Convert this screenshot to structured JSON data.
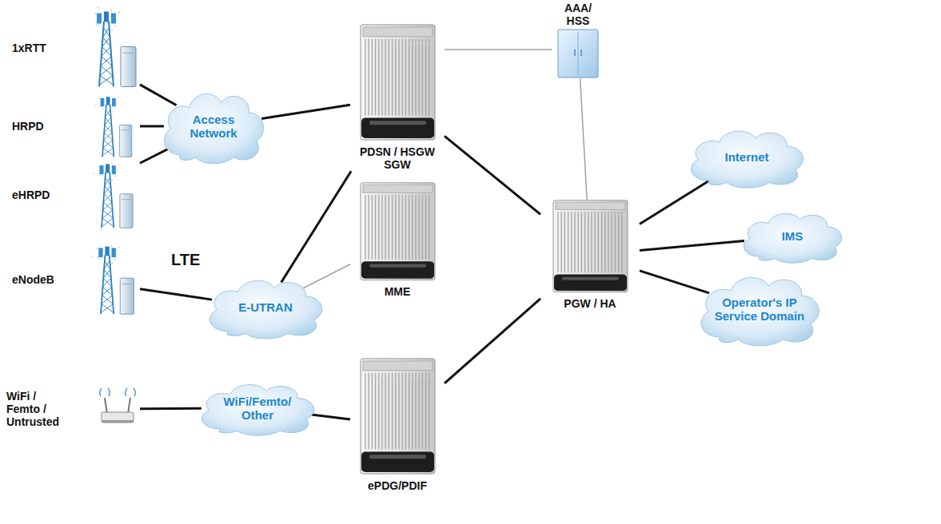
{
  "diagram": {
    "nodes": [
      {
        "text": [
          "1xRTT"
        ]
      },
      {
        "text": [
          "HRPD"
        ]
      },
      {
        "text": [
          "eHRPD"
        ]
      },
      {
        "text": [
          "eNodeB"
        ]
      },
      {
        "text": [
          "WiFi / Femto / Untrusted"
        ]
      },
      {
        "text": [
          "Access Network"
        ]
      },
      {
        "text": [
          "E-UTRAN"
        ]
      },
      {
        "text": [
          "WiFi/Femto/ Other"
        ]
      },
      {
        "text": [
          "PDSN / HSGW SGW"
        ]
      },
      {
        "text": [
          "MME"
        ]
      },
      {
        "text": [
          "ePDG/PDIF"
        ]
      },
      {
        "text": [
          "AAA/ HSS"
        ]
      },
      {
        "text": [
          "PGW / HA"
        ]
      },
      {
        "text": [
          "Internet"
        ]
      },
      {
        "text": [
          "IMS"
        ]
      },
      {
        "text": [
          "Operator's IP Service Domain"
        ]
      }
    ],
    "edges": [
      {
        "from": 0,
        "to": 5,
        "arrow": "none"
      },
      {
        "from": 1,
        "to": 5,
        "arrow": "none"
      },
      {
        "from": 2,
        "to": 5,
        "arrow": "none"
      },
      {
        "from": 3,
        "to": 6,
        "arrow": "none"
      },
      {
        "from": 4,
        "to": 7,
        "arrow": "none"
      },
      {
        "from": 5,
        "to": 8,
        "arrow": "none"
      },
      {
        "from": 6,
        "to": 8,
        "arrow": "none"
      },
      {
        "from": 6,
        "to": 9,
        "arrow": "none"
      },
      {
        "from": 7,
        "to": 10,
        "arrow": "none"
      },
      {
        "from": 8,
        "to": 12,
        "arrow": "none"
      },
      {
        "from": 10,
        "to": 12,
        "arrow": "none"
      },
      {
        "from": 8,
        "to": 11,
        "arrow": "none"
      },
      {
        "from": 11,
        "to": 12,
        "arrow": "none"
      },
      {
        "from": 12,
        "to": 13,
        "arrow": "none"
      },
      {
        "from": 12,
        "to": 14,
        "arrow": "none"
      },
      {
        "from": 12,
        "to": 15,
        "arrow": "none"
      }
    ],
    "labels": [
      "LTE"
    ]
  }
}
